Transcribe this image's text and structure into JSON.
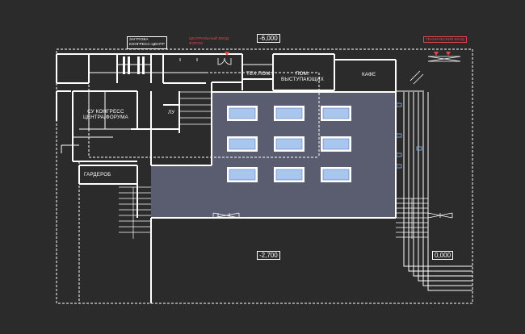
{
  "elevations": {
    "top": "-6,000",
    "hall": "-2,700",
    "right": "0,000"
  },
  "tags": {
    "loading": "ЗАГРУЗКА\nКОНГРЕСС-ЦЕНТР",
    "main_entrance": "ЦЕНТРАЛЬНЫЙ ВХОД\nФОРУМ",
    "service_entrance": "ТЕХНИЧЕСКИЙ ВХОД"
  },
  "rooms": {
    "tech": "ТЕХ.ПОМ.",
    "speakers": "ПОМ.\nВЫСТУПАЮЩИХ",
    "cafe": "КАФЕ",
    "congress": "СУ КОНГРЕСС\nЦЕНТРА/ФОРУМА",
    "lu": "ЛУ",
    "wardrobe": "ГАРДЕРОБ"
  },
  "colors": {
    "background": "#2b2b2b",
    "line": "#ffffff",
    "hall_fill": "#5a5d70",
    "table_fill": "#a9c6ee",
    "entrance": "#e0474c"
  },
  "icons": [
    "entrance-arrow-icon",
    "stair-icon",
    "door-icon"
  ]
}
